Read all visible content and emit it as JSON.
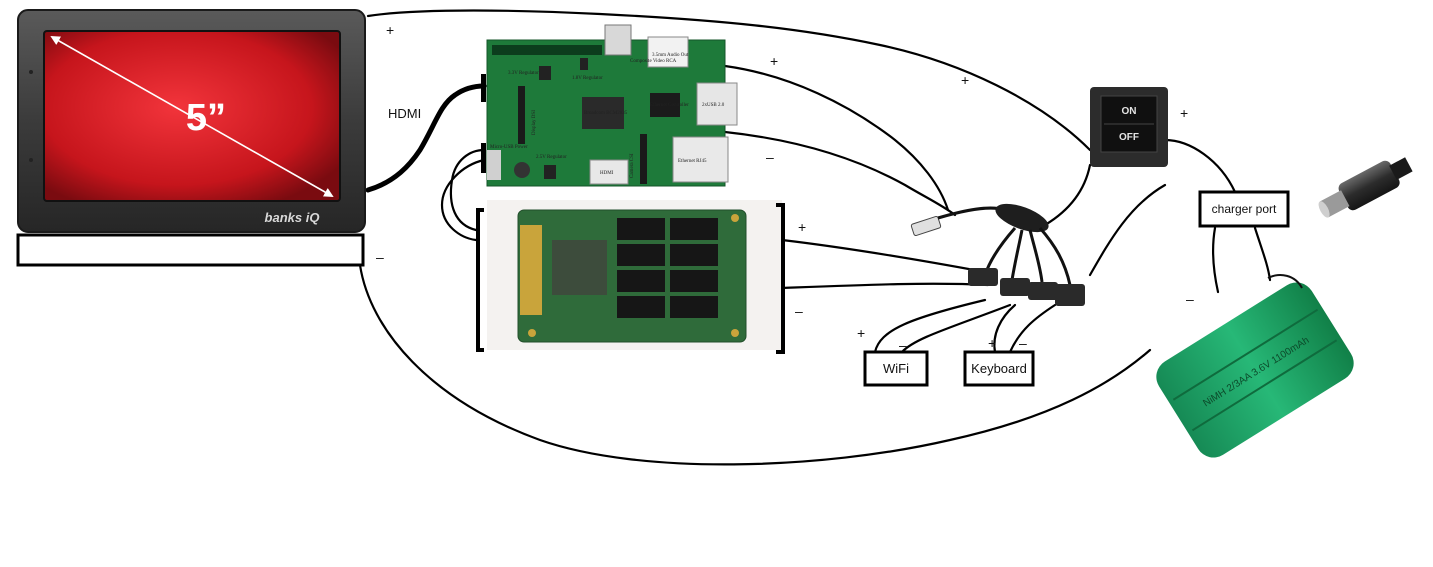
{
  "monitor": {
    "size_label": "5”",
    "brand": "banks iQ"
  },
  "labels": {
    "hdmi": "HDMI",
    "wifi": "WiFi",
    "keyboard": "Keyboard",
    "charger_port": "charger port",
    "switch_on": "ON",
    "switch_off": "OFF"
  },
  "signs": {
    "plus": "+",
    "minus": "–"
  },
  "pi_silkscreen": {
    "composite": "Composite Video RCA",
    "audio": "3.5mm Audio Out",
    "usb": "2xUSB 2.0",
    "ethernet": "Ethernet RJ45",
    "soc": "Broadcom BCM2835",
    "ethernet_ctrl": "Ethernet Controller",
    "hdmi": "HDMI",
    "camera": "Camera CSI",
    "display": "Display DSI",
    "power": "Micro-USB Power",
    "reg1": "3.3V Regulator",
    "reg2": "1.8V Regulator",
    "reg3": "2.5V Regulator"
  },
  "battery_text": "NiMH 2/3AA 3.6V 1100mAh",
  "colors": {
    "screen_red": "#d41a22",
    "pcb_green": "#1e7a3a",
    "battery_green": "#1fa56a",
    "wire": "#000000"
  }
}
